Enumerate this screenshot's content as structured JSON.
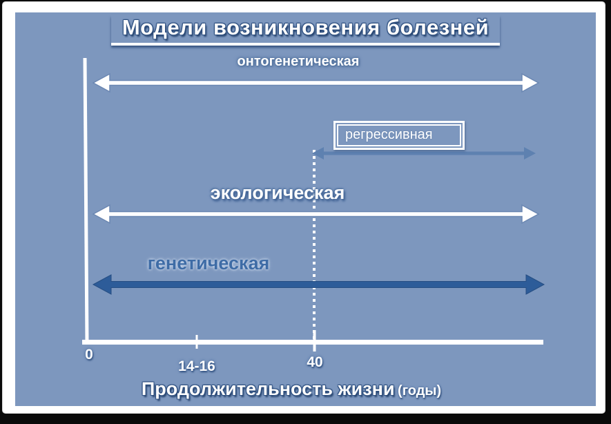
{
  "slide": {
    "title": "Модели возникновения болезней",
    "models": {
      "ontogenetic": "онтогенетическая",
      "regressive": "регрессивная",
      "ecological": "экологическая",
      "genetic": "генетическая"
    },
    "axis": {
      "tick_zero": "0",
      "tick_teen": "14-16",
      "tick_forty": "40",
      "title_main": "Продолжительность жизни",
      "title_unit": "(годы)"
    },
    "colors": {
      "slide_background": "#7d97be",
      "white_elements": "#ffffff",
      "genetic_arrow": "#2d5c99",
      "regressive_arrow": "#5e81b0",
      "genetic_label_text": "#3e6ca6",
      "shadow_navy": "#2b4d7e",
      "outer_border": "#000000"
    }
  },
  "chart_data": {
    "type": "line",
    "title": "Модели возникновения болезней",
    "xlabel": "Продолжительность жизни (годы)",
    "x_ticks": [
      "0",
      "14-16",
      "40"
    ],
    "series": [
      {
        "name": "онтогенетическая",
        "span_start": 0,
        "span_end": "end-of-axis",
        "arrow": "double-headed",
        "color": "#ffffff"
      },
      {
        "name": "регрессивная",
        "span_start": 40,
        "span_end": "end-of-axis",
        "arrow": "double-headed",
        "color": "#5e81b0"
      },
      {
        "name": "экологическая",
        "span_start": 0,
        "span_end": "end-of-axis",
        "arrow": "double-headed",
        "color": "#ffffff"
      },
      {
        "name": "генетическая",
        "span_start": 0,
        "span_end": "end-of-axis",
        "arrow": "double-headed",
        "color": "#2d5c99"
      }
    ],
    "annotations": [
      {
        "type": "dotted-vertical-line",
        "x": 40,
        "color": "#ffffff"
      }
    ],
    "legend_position": "none",
    "grid": false
  }
}
